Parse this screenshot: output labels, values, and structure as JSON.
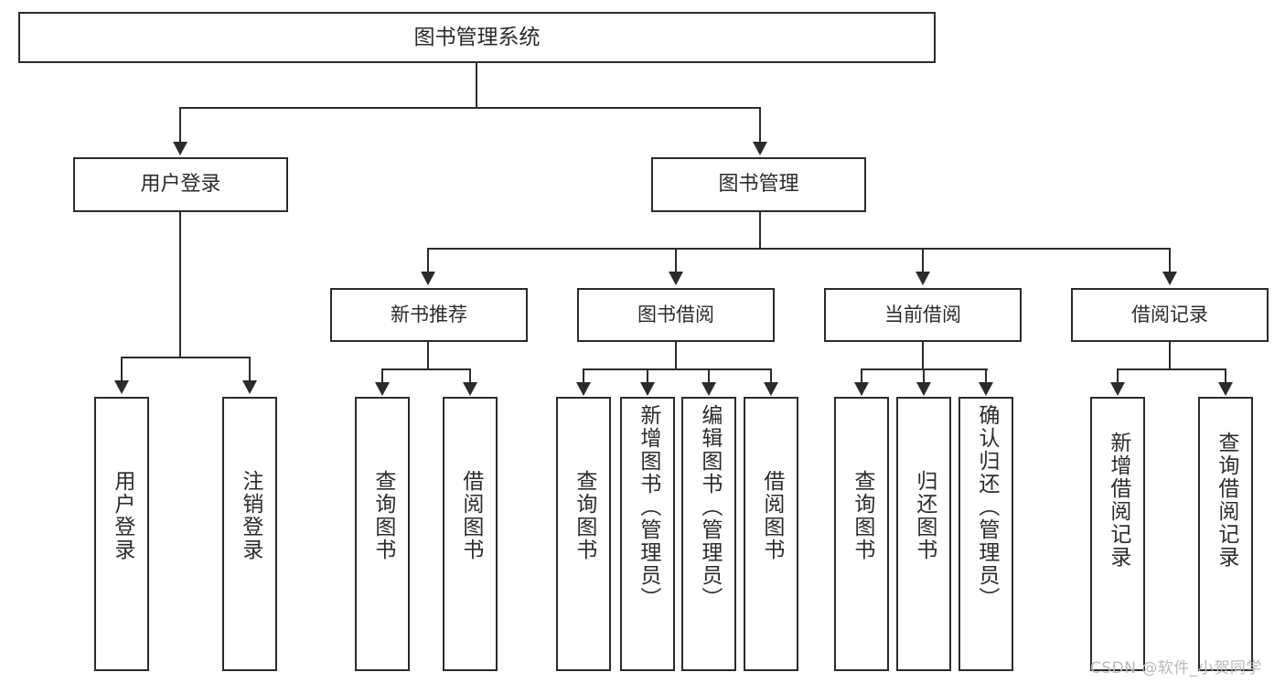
{
  "diagram": {
    "type": "tree-hierarchy-chart",
    "title_text": "图书管理系统",
    "root": {
      "label": "图书管理系统"
    },
    "level2": [
      {
        "label": "用户登录"
      },
      {
        "label": "图书管理"
      }
    ],
    "level3": [
      {
        "label": "新书推荐"
      },
      {
        "label": "图书借阅"
      },
      {
        "label": "当前借阅"
      },
      {
        "label": "借阅记录"
      }
    ],
    "leaves": {
      "user_login": [
        {
          "label": "用户登录"
        },
        {
          "label": "注销登录"
        }
      ],
      "new_book_recommend": [
        {
          "label": "查询图书"
        },
        {
          "label": "借阅图书"
        }
      ],
      "book_borrow": [
        {
          "label": "查询图书"
        },
        {
          "label": "新增图书（管理员）"
        },
        {
          "label": "编辑图书（管理员）"
        },
        {
          "label": "借阅图书"
        }
      ],
      "current_borrow": [
        {
          "label": "查询图书"
        },
        {
          "label": "归还图书"
        },
        {
          "label": "确认归还（管理员）"
        }
      ],
      "borrow_record": [
        {
          "label": "新增借阅记录"
        },
        {
          "label": "查询借阅记录"
        }
      ]
    }
  },
  "watermark": {
    "text": "CSDN @软件_小贺同学"
  },
  "colors": {
    "stroke": "#2b2b2b",
    "fill": "#ffffff",
    "watermark": "#b9b9b9"
  }
}
